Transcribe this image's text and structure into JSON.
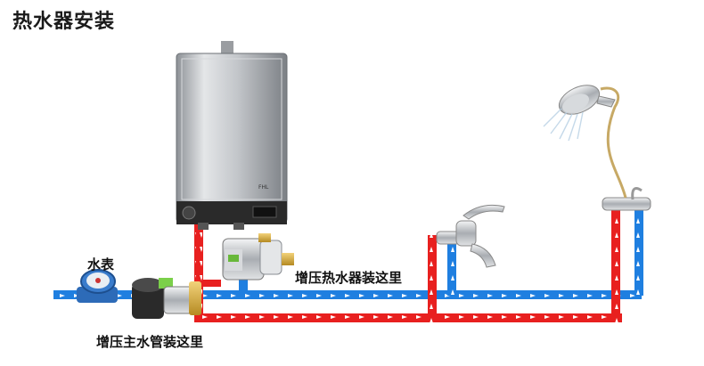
{
  "title": "热水器安装",
  "labels": {
    "water_meter": "水表",
    "heater_pump": "增压热水器装这里",
    "main_pump": "增压主水管装这里"
  },
  "colors": {
    "hot_pipe": "#e8201f",
    "cold_pipe": "#1f7fe0",
    "arrow": "#ffffff",
    "heater_body": "#b9bcc0",
    "heater_panel": "#2a2a2a"
  },
  "icons": [
    "water-heater-icon",
    "water-meter-icon",
    "main-pump-icon",
    "heater-pump-icon",
    "faucet-icon",
    "shower-icon"
  ]
}
